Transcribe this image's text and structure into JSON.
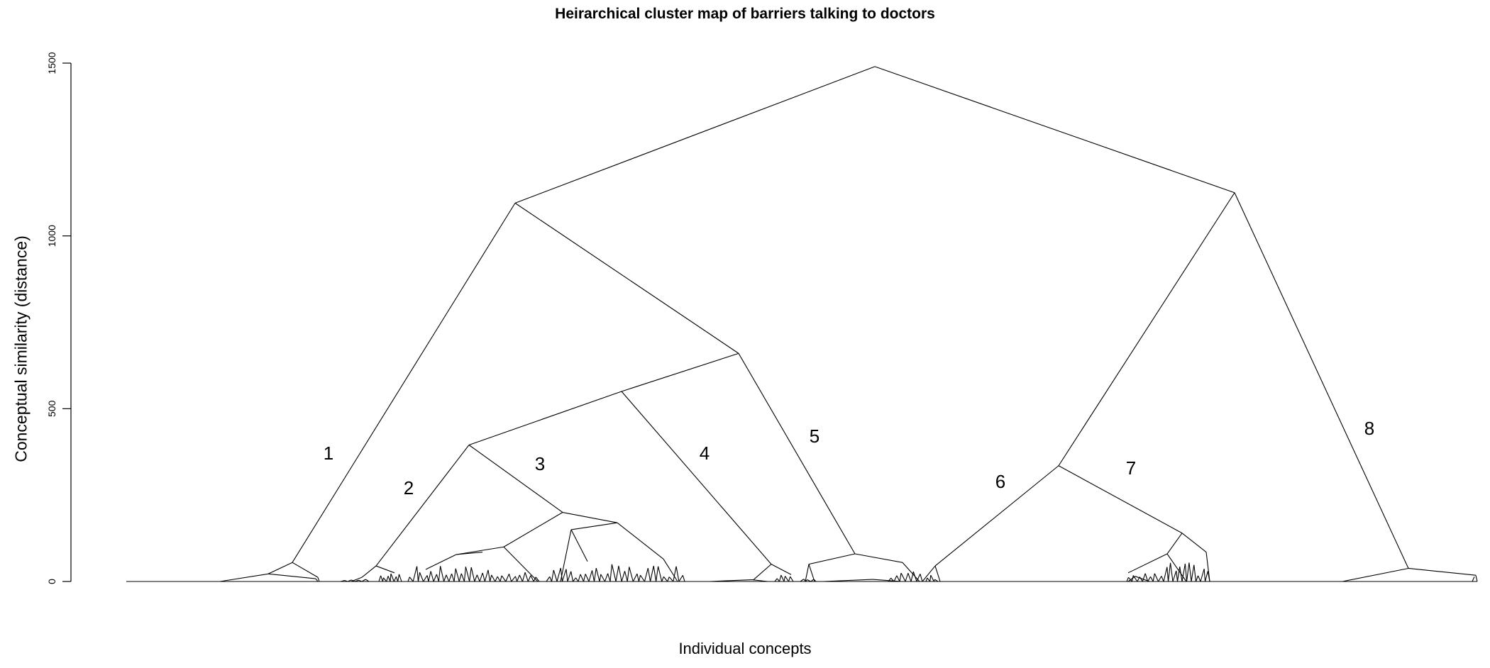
{
  "chart_data": {
    "type": "dendrogram",
    "title": "Heirarchical cluster map of barriers talking to doctors",
    "xlabel": "Individual concepts",
    "ylabel": "Conceptual similarity (distance)",
    "ylim": [
      0,
      1500
    ],
    "y_ticks": [
      0,
      500,
      1000,
      1500
    ],
    "grid": false,
    "root_height": 1490,
    "merges": [
      {
        "height": 1490,
        "children": [
          "A",
          "B"
        ]
      },
      {
        "height": 1095,
        "node": "A",
        "children": [
          "cluster-1",
          "C"
        ]
      },
      {
        "height": 1125,
        "node": "B",
        "children": [
          "D",
          "cluster-8"
        ]
      },
      {
        "height": 660,
        "node": "C",
        "children": [
          "E",
          "cluster-5"
        ]
      },
      {
        "height": 550,
        "node": "E",
        "children": [
          "F",
          "cluster-4"
        ]
      },
      {
        "height": 395,
        "node": "F",
        "children": [
          "cluster-2",
          "cluster-3"
        ]
      },
      {
        "height": 335,
        "node": "D",
        "children": [
          "cluster-6",
          "cluster-7"
        ]
      }
    ],
    "clusters": [
      {
        "label": "1",
        "height": 55
      },
      {
        "label": "2",
        "height": 45
      },
      {
        "label": "3",
        "height": 200
      },
      {
        "label": "4",
        "height": 50
      },
      {
        "label": "5",
        "height": 80
      },
      {
        "label": "6",
        "height": 45
      },
      {
        "label": "7",
        "height": 140
      },
      {
        "label": "8",
        "height": 38
      }
    ]
  }
}
